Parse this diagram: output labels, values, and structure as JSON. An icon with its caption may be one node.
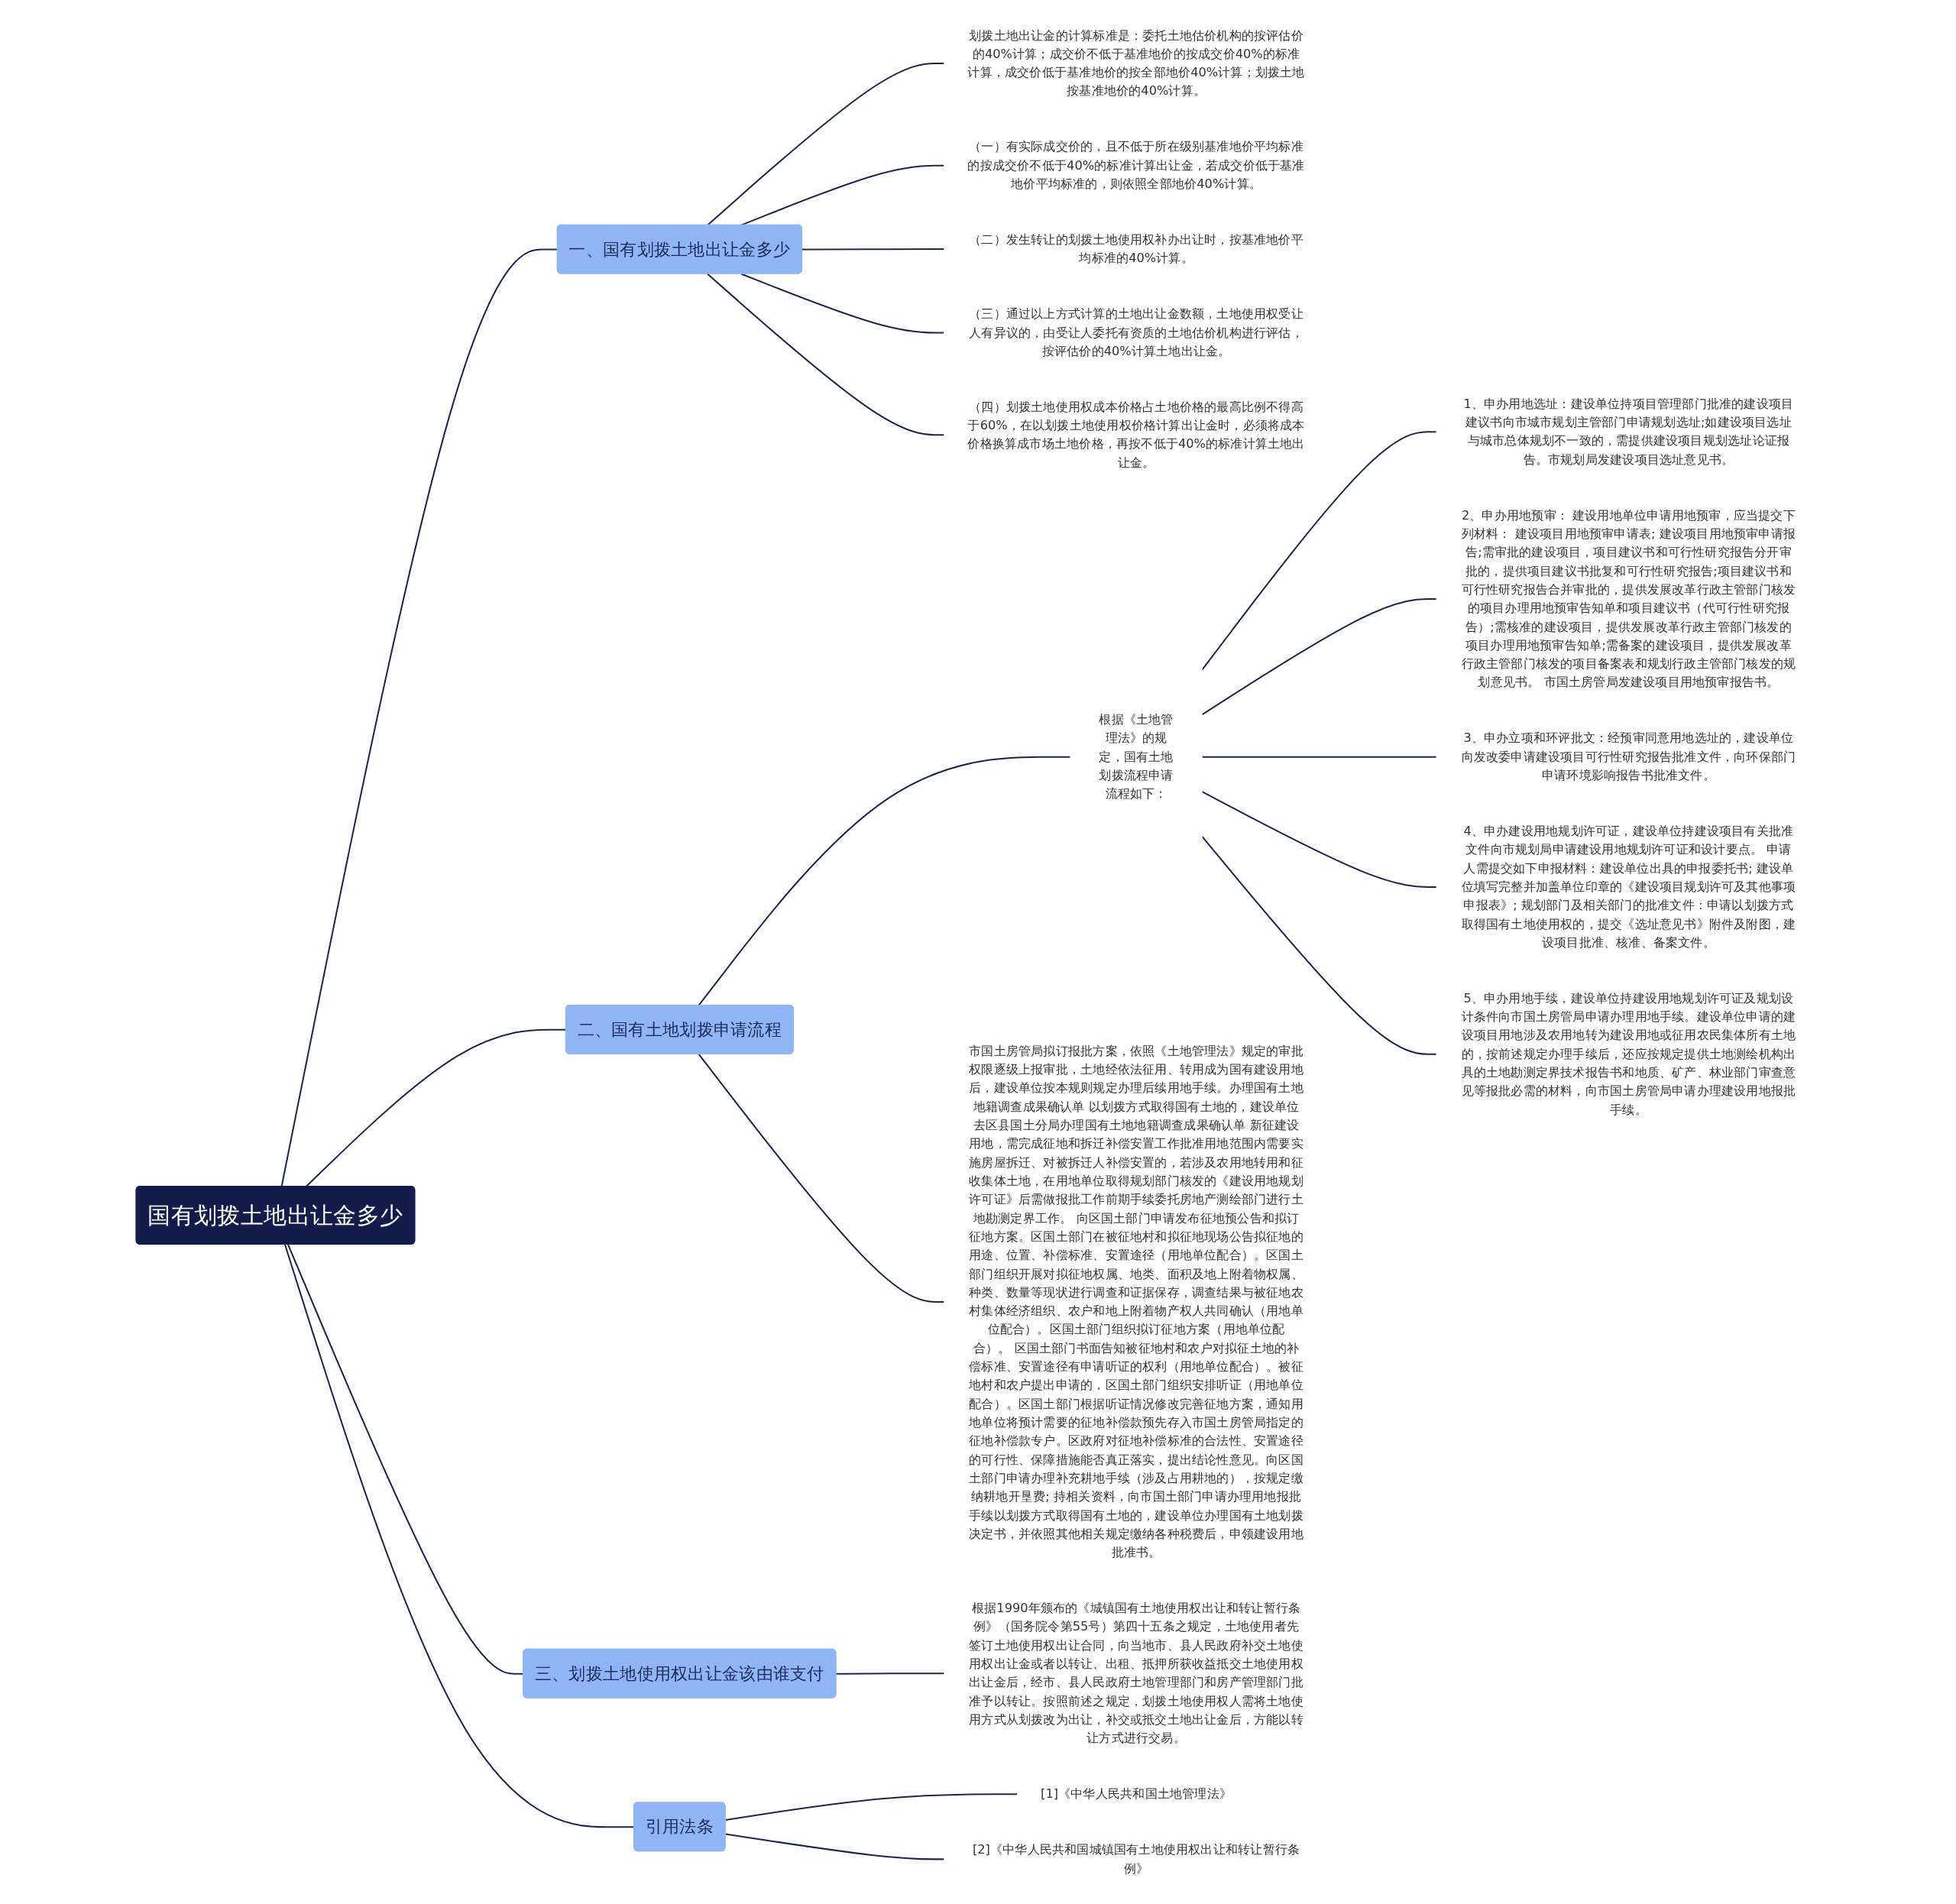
{
  "diagram": {
    "nodes": [
      {
        "text": [
          "国有划拨土地出让金多少"
        ]
      },
      {
        "text": [
          "一、国有划拨土地出让金多少"
        ]
      },
      {
        "text": [
          "划拨土地出让金的计算标准是：委托土地估价机构的按评估价的40%计算；成交价不低于基准地价的按成交价40%的标准计算，成交价低于基准地价的按全部地价40%计算；划拨土地按基准地价的40%计算。"
        ]
      },
      {
        "text": [
          "（一）有实际成交价的，且不低于所在级别基准地价平均标准的按成交价不低于40%的标准计算出让金，若成交价低于基准地价平均标准的，则依照全部地价40%计算。"
        ]
      },
      {
        "text": [
          "（二）发生转让的划拨土地使用权补办出让时，按基准地价平均标准的40%计算。"
        ]
      },
      {
        "text": [
          "（三）通过以上方式计算的土地出让金数额，土地使用权受让人有异议的，由受让人委托有资质的土地估价机构进行评估，按评估价的40%计算土地出让金。"
        ]
      },
      {
        "text": [
          "（四）划拨土地使用权成本价格占土地价格的最高比例不得高于60%，在以划拨土地使用权价格计算出让金时，必须将成本价格换算成市场土地价格，再按不低于40%的标准计算土地出让金。"
        ]
      },
      {
        "text": [
          "二、国有土地划拨申请流程"
        ]
      },
      {
        "text": [
          "根据《土地管理法》的规定，国有土地划拨流程申请流程如下："
        ]
      },
      {
        "text": [
          "1、申办用地选址：建设单位持项目管理部门批准的建设项目建议书向市城市规划主管部门申请规划选址;如建设项目选址与城市总体规划不一致的，需提供建设项目规划选址论证报告。市规划局发建设项目选址意见书。"
        ]
      },
      {
        "text": [
          "2、申办用地预审： 建设用地单位申请用地预审，应当提交下列材料： 建设项目用地预审申请表; 建设项目用地预审申请报告;需审批的建设项目，项目建议书和可行性研究报告分开审批的，提供项目建议书批复和可行性研究报告;项目建议书和可行性研究报告合并审批的，提供发展改革行政主管部门核发的项目办理用地预审告知单和项目建议书（代可行性研究报告）;需核准的建设项目，提供发展改革行政主管部门核发的项目办理用地预审告知单;需备案的建设项目，提供发展改革行政主管部门核发的项目备案表和规划行政主管部门核发的规划意见书。 市国土房管局发建设项目用地预审报告书。"
        ]
      },
      {
        "text": [
          "3、申办立项和环评批文：经预审同意用地选址的，建设单位向发改委申请建设项目可行性研究报告批准文件，向环保部门申请环境影响报告书批准文件。"
        ]
      },
      {
        "text": [
          "4、申办建设用地规划许可证，建设单位持建设项目有关批准文件向市规划局申请建设用地规划许可证和设计要点。 申请人需提交如下申报材料：建设单位出具的申报委托书; 建设单位填写完整并加盖单位印章的《建设项目规划许可及其他事项申报表》; 规划部门及相关部门的批准文件：申请以划拨方式取得国有土地使用权的，提交《选址意见书》附件及附图，建设项目批准、核准、备案文件。"
        ]
      },
      {
        "text": [
          "5、申办用地手续，建设单位持建设用地规划许可证及规划设计条件向市国土房管局申请办理用地手续。建设单位申请的建设项目用地涉及农用地转为建设用地或征用农民集体所有土地的，按前述规定办理手续后，还应按规定提供土地测绘机构出具的土地勘测定界技术报告书和地质、矿产、林业部门审查意见等报批必需的材料，向市国土房管局申请办理建设用地报批手续。"
        ]
      },
      {
        "text": [
          "市国土房管局拟订报批方案，依照《土地管理法》规定的审批权限逐级上报审批，土地经依法征用、转用成为国有建设用地后，建设单位按本规则规定办理后续用地手续。办理国有土地地籍调查成果确认单 以划拨方式取得国有土地的，建设单位去区县国土分局办理国有土地地籍调查成果确认单 新征建设用地，需完成征地和拆迁补偿安置工作批准用地范围内需要实施房屋拆迁、对被拆迁人补偿安置的，若涉及农用地转用和征收集体土地，在用地单位取得规划部门核发的《建设用地规划许可证》后需做报批工作前期手续委托房地产测绘部门进行土地勘测定界工作。 向区国土部门申请发布征地预公告和拟订征地方案。区国土部门在被征地村和拟征地现场公告拟征地的用途、位置、补偿标准、安置途径（用地单位配合）。区国土部门组织开展对拟征地权属、地类、面积及地上附着物权属、种类、数量等现状进行调查和证据保存，调查结果与被征地农村集体经济组织、农户和地上附着物产权人共同确认（用地单位配合）。区国土部门组织拟订征地方案（用地单位配合）。 区国土部门书面告知被征地村和农户对拟征土地的补偿标准、安置途径有申请听证的权利（用地单位配合）。被征地村和农户提出申请的，区国土部门组织安排听证（用地单位配合）。区国土部门根据听证情况修改完善征地方案，通知用地单位将预计需要的征地补偿款预先存入市国土房管局指定的征地补偿款专户。区政府对征地补偿标准的合法性、安置途径的可行性、保障措施能否真正落实，提出结论性意见。向区国土部门申请办理补充耕地手续（涉及占用耕地的），按规定缴纳耕地开垦费; 持相关资料，向市国土部门申请办理用地报批手续以划拨方式取得国有土地的，建设单位办理国有土地划拨决定书，并依照其他相关规定缴纳各种税费后，申领建设用地批准书。"
        ]
      },
      {
        "text": [
          "三、划拨土地使用权出让金该由谁支付"
        ]
      },
      {
        "text": [
          "根据1990年颁布的《城镇国有土地使用权出让和转让暂行条例》（国务院令第55号）第四十五条之规定，土地使用者先签订土地使用权出让合同，向当地市、县人民政府补交土地使用权出让金或者以转让、出租、抵押所获收益抵交土地使用权出让金后，经市、县人民政府土地管理部门和房产管理部门批准予以转让。按照前述之规定，划拨土地使用权人需将土地使用方式从划拨改为出让，补交或抵交土地出让金后，方能以转让方式进行交易。"
        ]
      },
      {
        "text": [
          "引用法条"
        ]
      },
      {
        "text": [
          "[1]《中华人民共和国土地管理法》"
        ]
      },
      {
        "text": [
          "[2]《中华人民共和国城镇国有土地使用权出让和转让暂行条例》"
        ]
      }
    ],
    "edges": [
      {
        "from": 0,
        "to": 1,
        "arrow": "none"
      },
      {
        "from": 1,
        "to": 2,
        "arrow": "none"
      },
      {
        "from": 1,
        "to": 3,
        "arrow": "none"
      },
      {
        "from": 1,
        "to": 4,
        "arrow": "none"
      },
      {
        "from": 1,
        "to": 5,
        "arrow": "none"
      },
      {
        "from": 1,
        "to": 6,
        "arrow": "none"
      },
      {
        "from": 0,
        "to": 7,
        "arrow": "none"
      },
      {
        "from": 7,
        "to": 8,
        "arrow": "none"
      },
      {
        "from": 8,
        "to": 9,
        "arrow": "none"
      },
      {
        "from": 8,
        "to": 10,
        "arrow": "none"
      },
      {
        "from": 8,
        "to": 11,
        "arrow": "none"
      },
      {
        "from": 8,
        "to": 12,
        "arrow": "none"
      },
      {
        "from": 8,
        "to": 13,
        "arrow": "none"
      },
      {
        "from": 7,
        "to": 14,
        "arrow": "none"
      },
      {
        "from": 0,
        "to": 15,
        "arrow": "none"
      },
      {
        "from": 15,
        "to": 16,
        "arrow": "none"
      },
      {
        "from": 0,
        "to": 17,
        "arrow": "none"
      },
      {
        "from": 17,
        "to": 18,
        "arrow": "none"
      },
      {
        "from": 17,
        "to": 19,
        "arrow": "none"
      }
    ]
  }
}
